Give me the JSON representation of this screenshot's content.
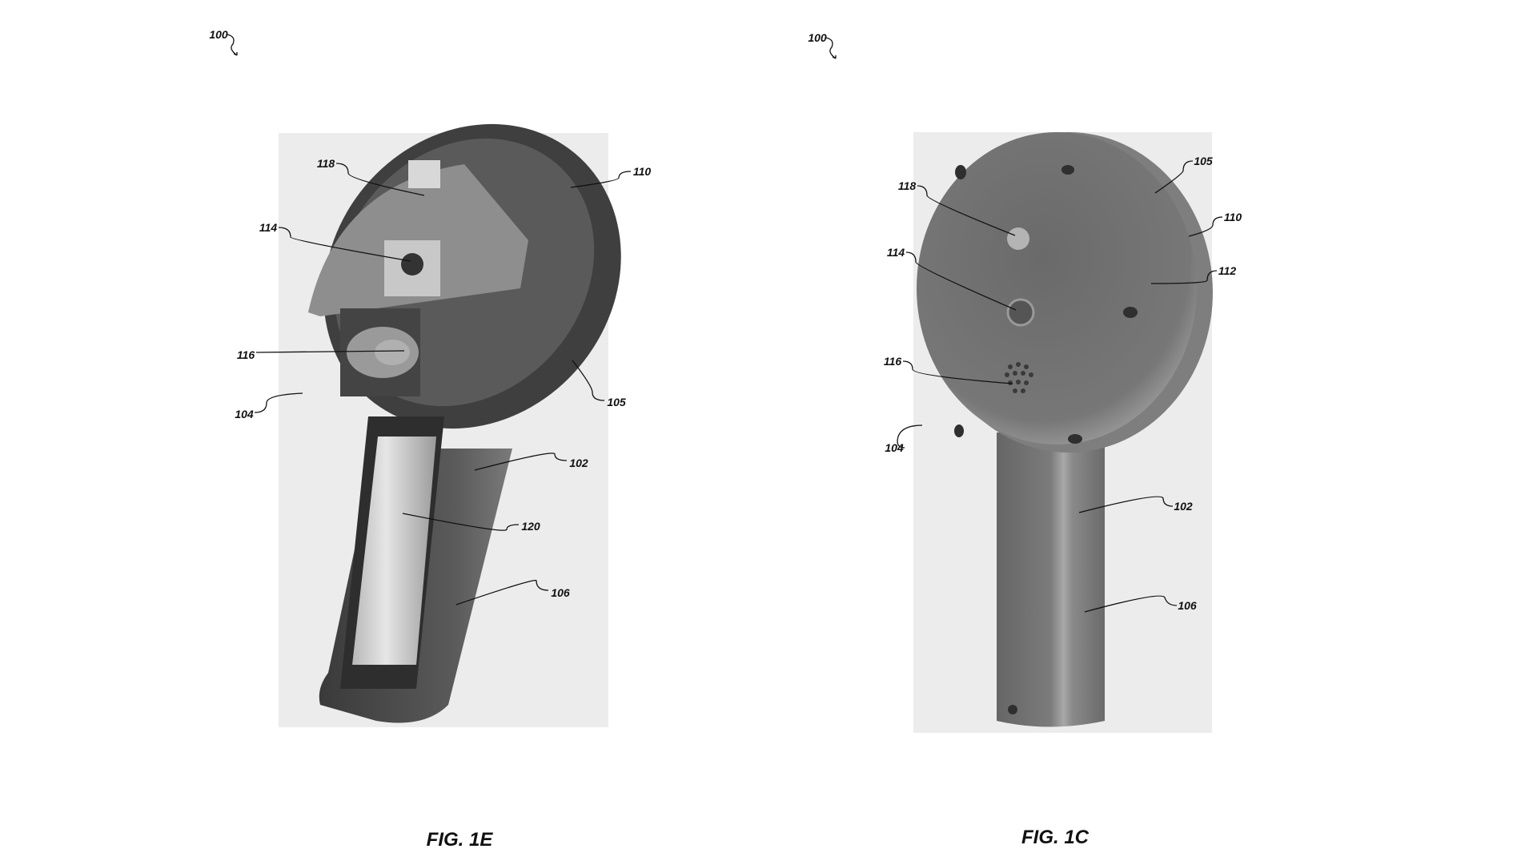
{
  "figures": [
    {
      "caption": "FIG. 1E",
      "ref": "100",
      "labels": {
        "l118": "118",
        "l114": "114",
        "l116": "116",
        "l104": "104",
        "l110": "110",
        "l105": "105",
        "l102": "102",
        "l120": "120",
        "l106": "106"
      }
    },
    {
      "caption": "FIG. 1C",
      "ref": "100",
      "labels": {
        "l118": "118",
        "l114": "114",
        "l116": "116",
        "l104": "104",
        "l105": "105",
        "l110": "110",
        "l112": "112",
        "l102": "102",
        "l106": "106"
      }
    }
  ]
}
